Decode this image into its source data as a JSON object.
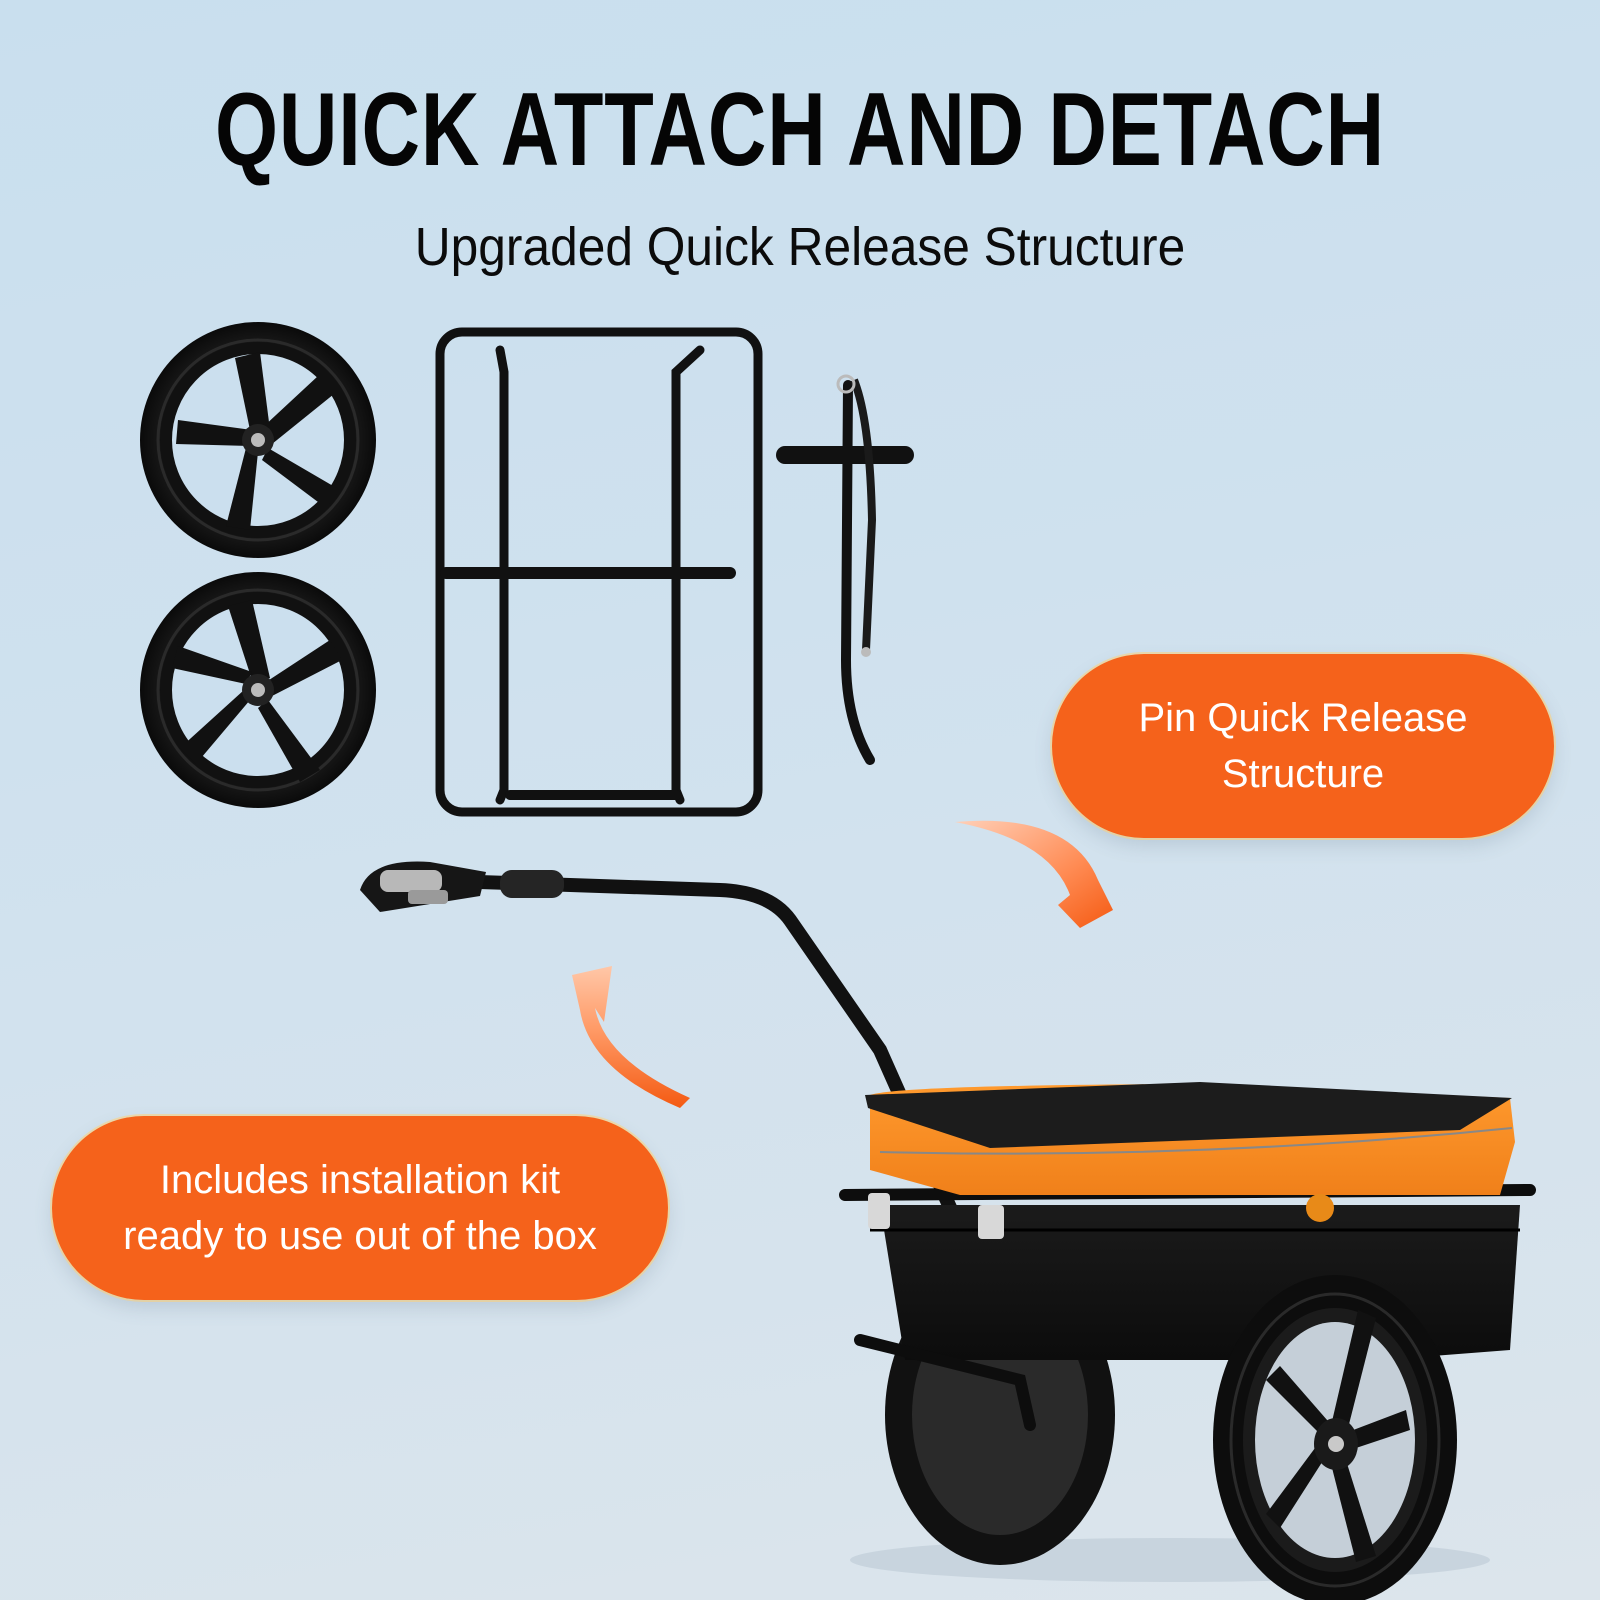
{
  "headline": "QUICK ATTACH AND DETACH",
  "subheadline": "Upgraded Quick Release Structure",
  "callouts": [
    {
      "id": "pin",
      "lines": [
        "Pin Quick Release",
        "Structure"
      ]
    },
    {
      "id": "kit",
      "lines": [
        "Includes installation kit",
        "ready to use out of the box"
      ]
    }
  ],
  "colors": {
    "background_top": "#c9dfee",
    "background_bottom": "#dce5ec",
    "accent_orange": "#f5621b",
    "cover_orange": "#f7901e",
    "headline": "#050505"
  },
  "components_shown": [
    "wheel",
    "wheel",
    "cargo-frame",
    "tow-bar-handle",
    "hitch-arm",
    "assembled-trailer"
  ]
}
